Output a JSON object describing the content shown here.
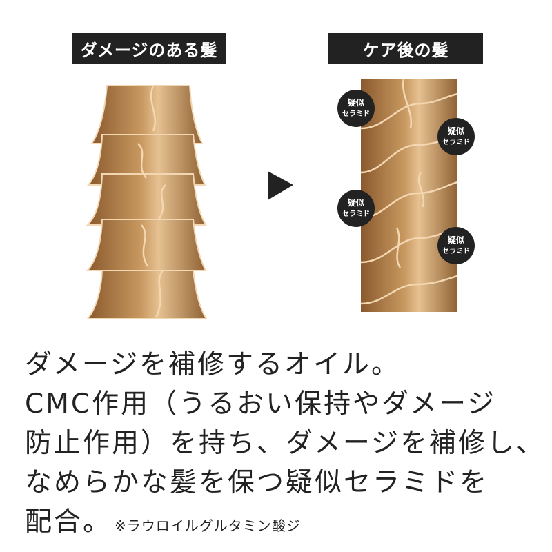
{
  "labels": {
    "before": "ダメージのある髪",
    "after": "ケア後の髪"
  },
  "badges": [
    {
      "line1": "疑似",
      "line2": "セラミド"
    },
    {
      "line1": "疑似",
      "line2": "セラミド"
    },
    {
      "line1": "疑似",
      "line2": "セラミド"
    },
    {
      "line1": "疑似",
      "line2": "セラミド"
    }
  ],
  "description": {
    "line1": "ダメージを補修するオイル。",
    "line2": "CMC作用（うるおい保持やダメージ",
    "line3": "防止作用）を持ち、ダメージを補修し、",
    "line4": "なめらかな髪を保つ疑似セラミドを",
    "line5": "配合。",
    "note": "※ラウロイルグルタミン酸ジ"
  },
  "colors": {
    "label_bg": "#222222",
    "hair_dark": "#8a5a2e",
    "hair_light": "#e6c191",
    "scale_edge": "#f3d7b2",
    "badge_bg": "#222222",
    "arrow": "#222222"
  }
}
